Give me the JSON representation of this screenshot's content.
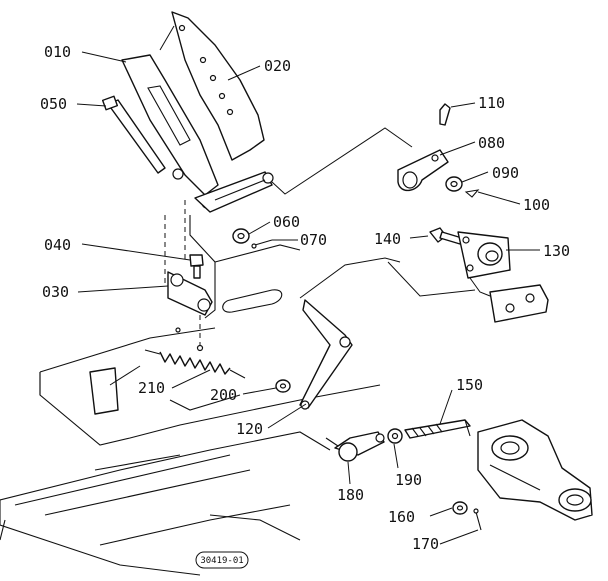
{
  "callouts": {
    "c010": "010",
    "c020": "020",
    "c030": "030",
    "c040": "040",
    "c050": "050",
    "c060": "060",
    "c070": "070",
    "c080": "080",
    "c090": "090",
    "c100": "100",
    "c110": "110",
    "c120": "120",
    "c130": "130",
    "c140": "140",
    "c150": "150",
    "c160": "160",
    "c170": "170",
    "c180": "180",
    "c190": "190",
    "c200": "200",
    "c210": "210"
  },
  "reference_code": "30419-01"
}
